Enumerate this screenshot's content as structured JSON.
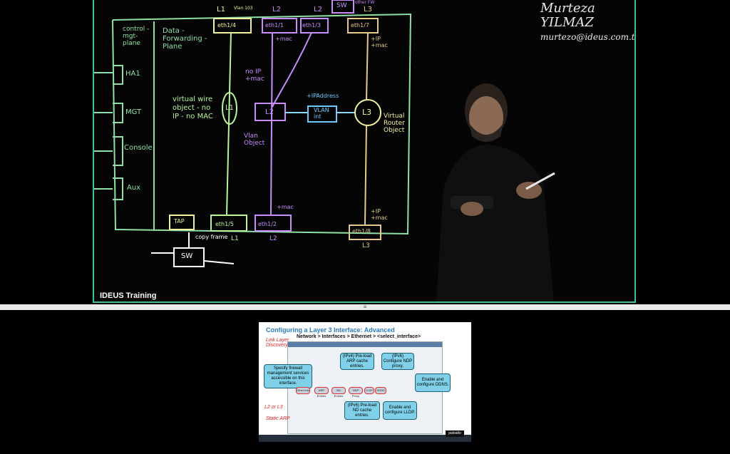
{
  "author": {
    "name": "Murteza YILMAZ",
    "email": "murtezo@ideus.com.tr"
  },
  "watermark": "IDEUS Training",
  "whiteboard": {
    "plane_control": "control -mgt- plane",
    "plane_data": "Data - Forwarding - Plane",
    "ports_side": [
      "HA1",
      "MGT",
      "Console",
      "Aux"
    ],
    "top_ports": [
      {
        "label": "L1",
        "iface": "eth1/4",
        "note": "Vlan 103"
      },
      {
        "label": "L2",
        "iface": "eth1/1",
        "note": "+mac"
      },
      {
        "label": "L2",
        "iface": "eth1/3",
        "note": ""
      },
      {
        "label": "L3",
        "iface": "eth1/7",
        "note": "+IP +mac"
      }
    ],
    "sw_top": "SW",
    "sw_top_note": "other FW",
    "bottom_ports": [
      {
        "label": "TAP",
        "iface": ""
      },
      {
        "label": "L1",
        "iface": "eth1/5"
      },
      {
        "label": "L2",
        "iface": "eth1/2",
        "note": "+mac"
      },
      {
        "label": "L3",
        "iface": "eth1/8",
        "note": "+IP +mac"
      }
    ],
    "vwire_text": "virtual wire object - no IP - no MAC",
    "l1": "L1",
    "l2": "L2",
    "l2_note": "no IP +mac",
    "vlan_obj": "Vlan Object",
    "vlan_int": "VLAN int",
    "vlan_ip": "+IPAddress",
    "l3": "L3",
    "vr_obj": "Virtual Router Object",
    "sw_bottom": "SW",
    "copy_frame": "copy frame"
  },
  "slide": {
    "title": "Configuring a Layer 3 Interface: Advanced",
    "path": "Network > Interfaces > Ethernet > <select_interface>",
    "callouts": [
      "(IPv4) Pre-load ARP cache entries.",
      "(IPv6) Configure NDP proxy.",
      "Specify firewall management services accessible on this interface.",
      "Enable and configure DDNS.",
      "(IPv6) Pre-load ND cache entries.",
      "Enable and configure LLDP."
    ],
    "tabs": [
      "Other Info",
      "ARP Entries",
      "ND Entries",
      "NDP Proxy",
      "LLDP",
      "DDNS"
    ],
    "red_notes": [
      "Link Layer Discovery",
      "L2 or L3",
      "Static ARP"
    ],
    "logo": "paloalto"
  }
}
